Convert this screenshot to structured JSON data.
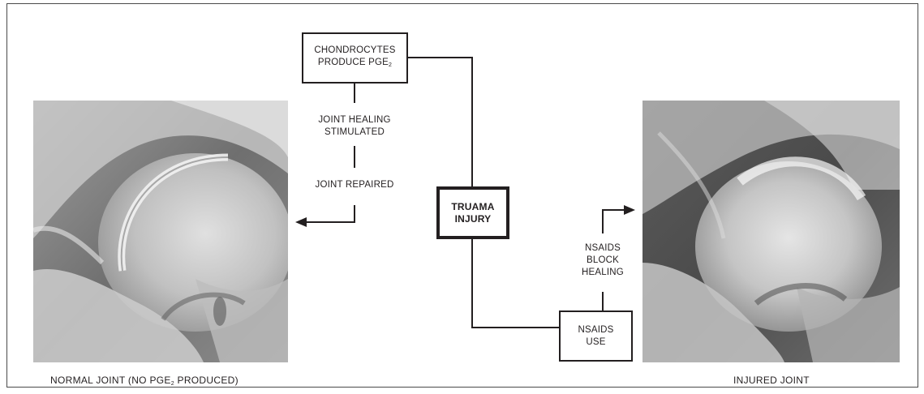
{
  "boxes": {
    "chondrocytes_line1": "CHONDROCYTES",
    "chondrocytes_line2": "PRODUCE PGE",
    "chondrocytes_sub": "2",
    "trauma_line1": "TRUAMA",
    "trauma_line2": "INJURY",
    "nsaids_use_line1": "NSAIDS",
    "nsaids_use_line2": "USE"
  },
  "steps": {
    "healing_line1": "JOINT HEALING",
    "healing_line2": "STIMULATED",
    "repaired": "JOINT REPAIRED",
    "block_line1": "NSAIDS",
    "block_line2": "BLOCK",
    "block_line3": "HEALING"
  },
  "captions": {
    "normal_prefix": "NORMAL JOINT (NO PGE",
    "normal_sub": "2",
    "normal_suffix": " PRODUCED)",
    "injured": "INJURED JOINT"
  },
  "colors": {
    "line": "#231f20",
    "xray_dark": "#3a3a3a",
    "xray_light": "#d9d9d9"
  }
}
